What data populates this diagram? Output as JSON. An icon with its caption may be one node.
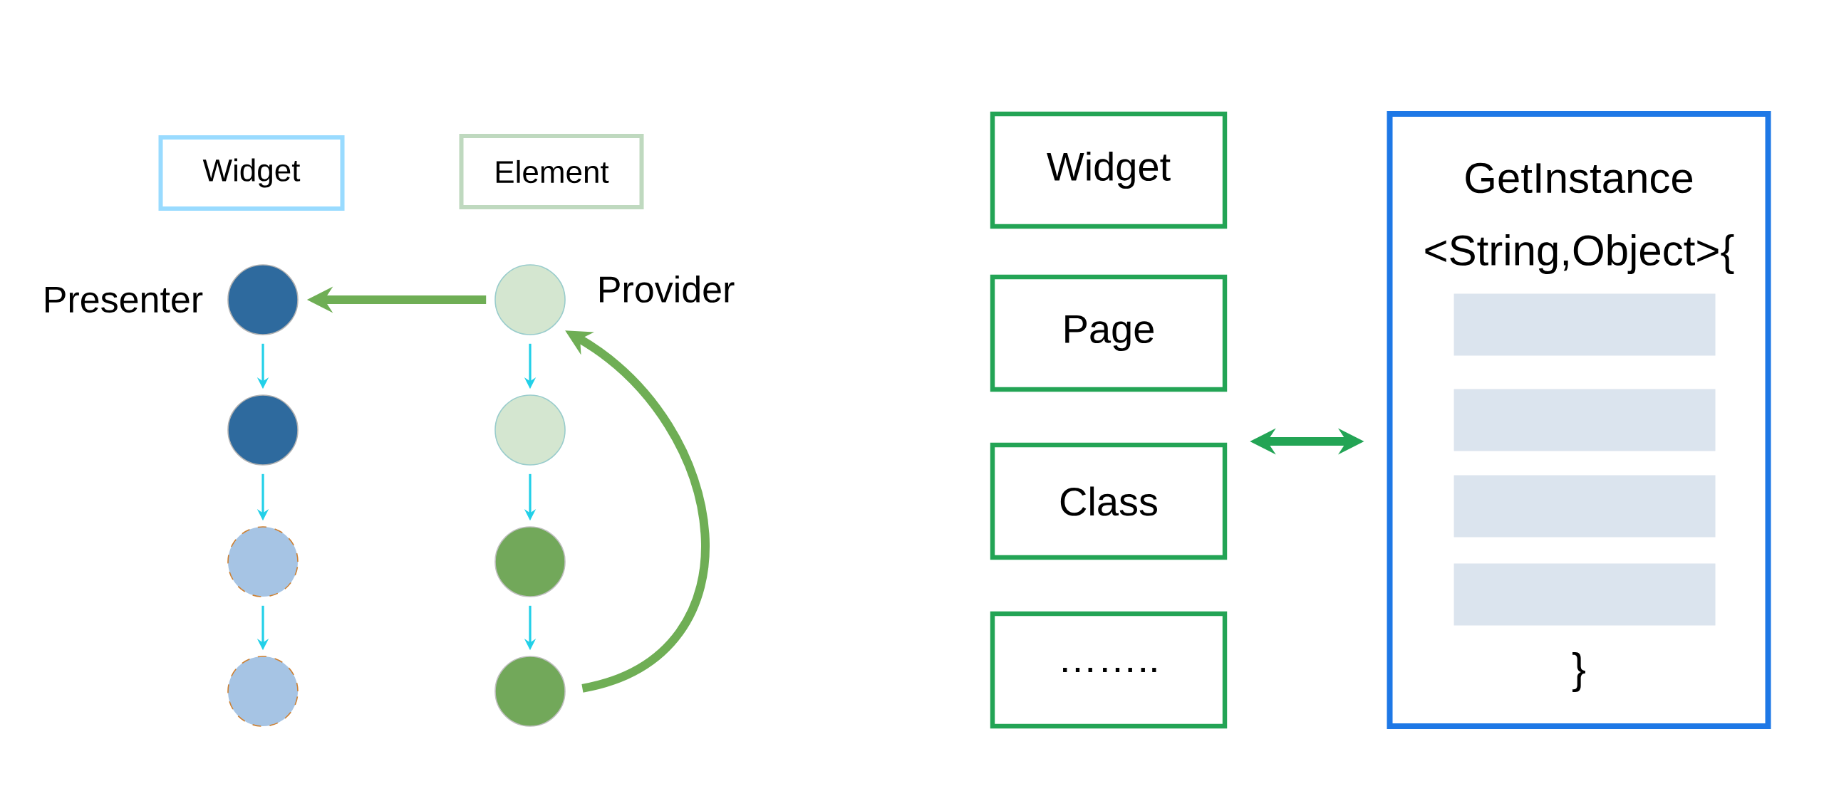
{
  "diagram": {
    "nodes": [
      {
        "text": [
          "Widget"
        ]
      },
      {
        "text": [
          "Element"
        ]
      },
      {
        "text": [],
        "shape": "circle",
        "beside": [
          "Presenter"
        ]
      },
      {
        "text": [],
        "shape": "circle"
      },
      {
        "text": [],
        "shape": "circle"
      },
      {
        "text": [],
        "shape": "circle"
      },
      {
        "text": [],
        "shape": "circle",
        "beside": [
          "Provider"
        ]
      },
      {
        "text": [],
        "shape": "circle"
      },
      {
        "text": [],
        "shape": "circle"
      },
      {
        "text": [],
        "shape": "circle"
      },
      {
        "text": [
          "Widget"
        ]
      },
      {
        "text": [
          "Page"
        ]
      },
      {
        "text": [
          "Class"
        ]
      },
      {
        "text": [
          "…….."
        ]
      },
      {
        "text": [
          "GetInstance",
          "<String,Object>{",
          "}"
        ]
      },
      {
        "text": [],
        "shape": "bar",
        "in": 14
      },
      {
        "text": [],
        "shape": "bar",
        "in": 14
      },
      {
        "text": [],
        "shape": "bar",
        "in": 14
      },
      {
        "text": [],
        "shape": "bar",
        "in": 14
      }
    ],
    "edges": [
      {
        "from": 2,
        "to": 3,
        "arrow": "to"
      },
      {
        "from": 3,
        "to": 4,
        "arrow": "to"
      },
      {
        "from": 4,
        "to": 5,
        "arrow": "to"
      },
      {
        "from": 6,
        "to": 7,
        "arrow": "to"
      },
      {
        "from": 7,
        "to": 8,
        "arrow": "to"
      },
      {
        "from": 8,
        "to": 9,
        "arrow": "to"
      },
      {
        "from": 6,
        "to": 2,
        "arrow": "to",
        "style": "thick",
        "color": "#6fae55"
      },
      {
        "from": 9,
        "to": 6,
        "arrow": "to",
        "style": "thick",
        "color": "#6fae55"
      },
      {
        "from": 12,
        "to": 14,
        "arrow": "both",
        "style": "thick",
        "color": "#23a455"
      }
    ]
  }
}
